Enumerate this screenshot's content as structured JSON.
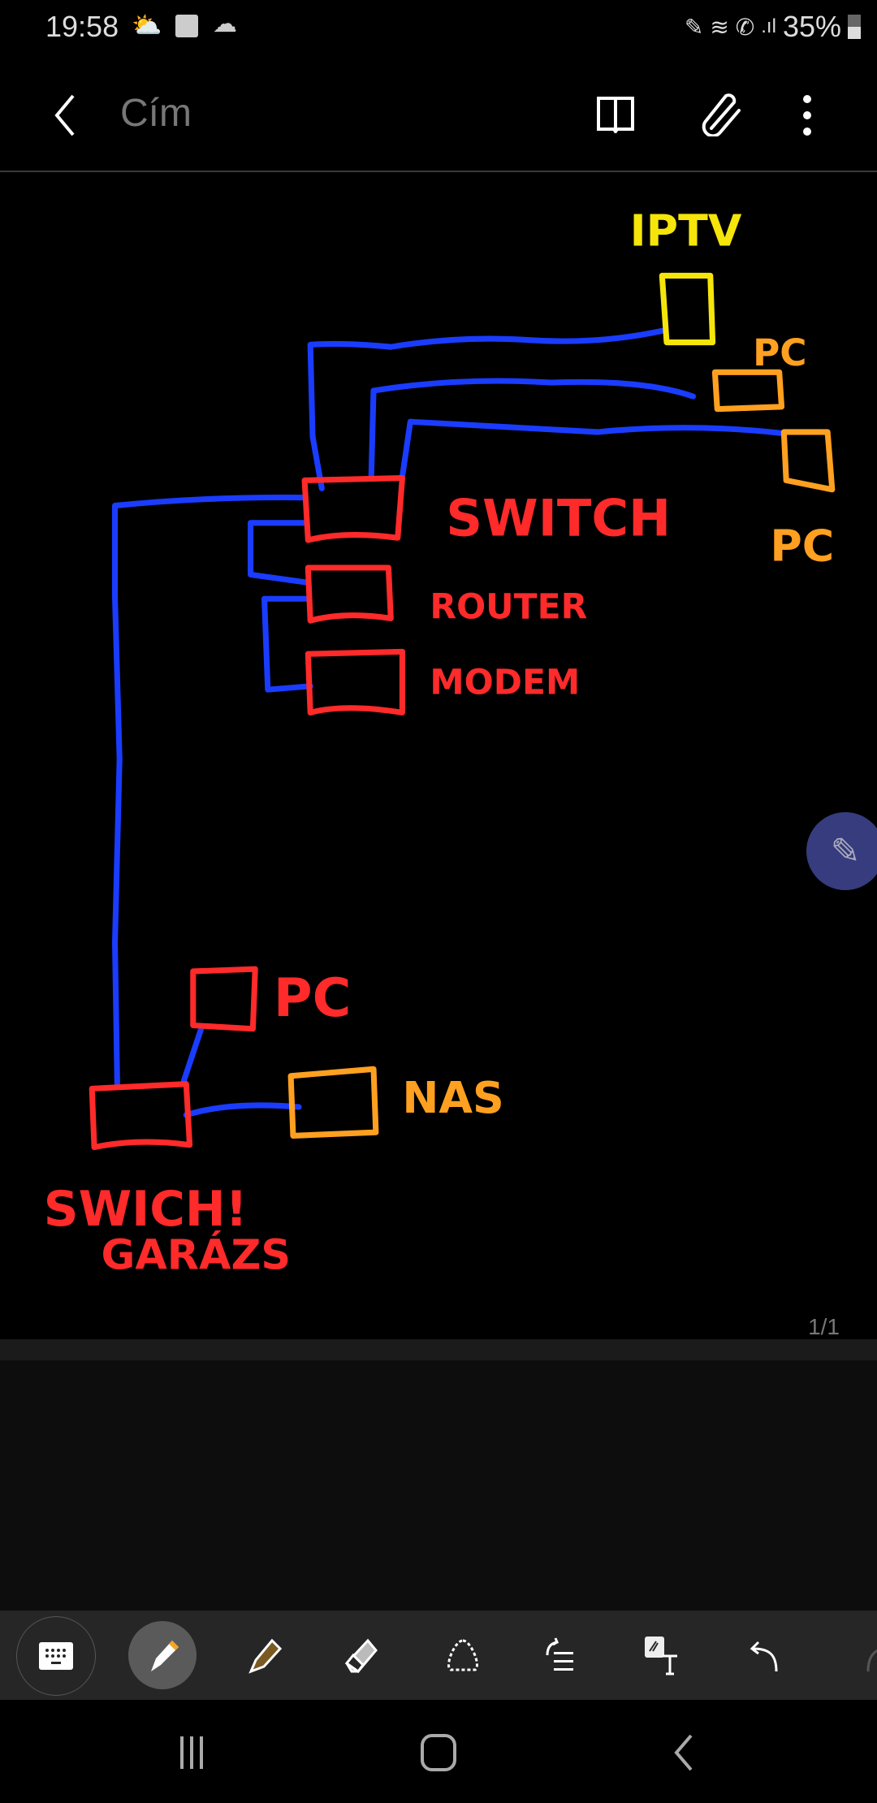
{
  "status_bar": {
    "time": "19:58",
    "battery": "35%"
  },
  "app_bar": {
    "title": "Cím"
  },
  "drawing": {
    "labels": {
      "iptv": "IPTV",
      "pc_top": "PC",
      "pc_right": "PC",
      "switch": "SWITCH",
      "router": "ROUTER",
      "modem": "MODEM",
      "pc_garage": "PC",
      "nas": "NAS",
      "switch_garage_line1": "SWICH!",
      "switch_garage_line2": "GARÁZS"
    },
    "colors": {
      "cable": "#1a3cff",
      "device": "#ff2a2a",
      "iptv": "#f5e50a",
      "orange": "#ffa020"
    }
  },
  "page_indicator": "1/1",
  "toolbar": {
    "items": [
      "keyboard",
      "pen",
      "highlighter",
      "eraser",
      "lasso-select",
      "text-reflow",
      "handwriting-to-text",
      "undo"
    ],
    "selected": "pen"
  }
}
